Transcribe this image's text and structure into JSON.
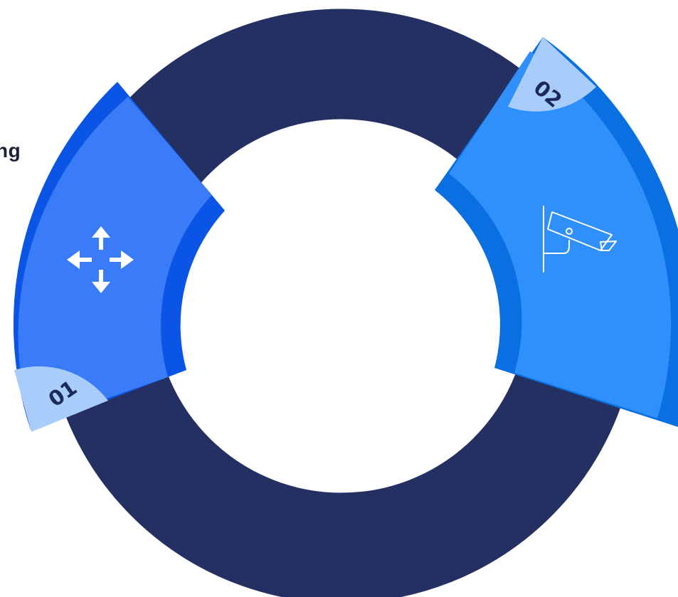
{
  "clipped_text": "ng",
  "segments": [
    {
      "number": "01",
      "icon": "move-arrows-icon"
    },
    {
      "number": "02",
      "icon": "security-camera-icon"
    }
  ],
  "colors": {
    "ring": "#243062",
    "segment_1_outer": "#0a55e6",
    "segment_1_fill": "#3a7cf7",
    "segment_2_outer": "#0a6fe0",
    "segment_2_fill": "#2f8ffb",
    "number_tab": "#a9cdfa",
    "number_text": "#1c2a57",
    "icon": "#ffffff"
  }
}
